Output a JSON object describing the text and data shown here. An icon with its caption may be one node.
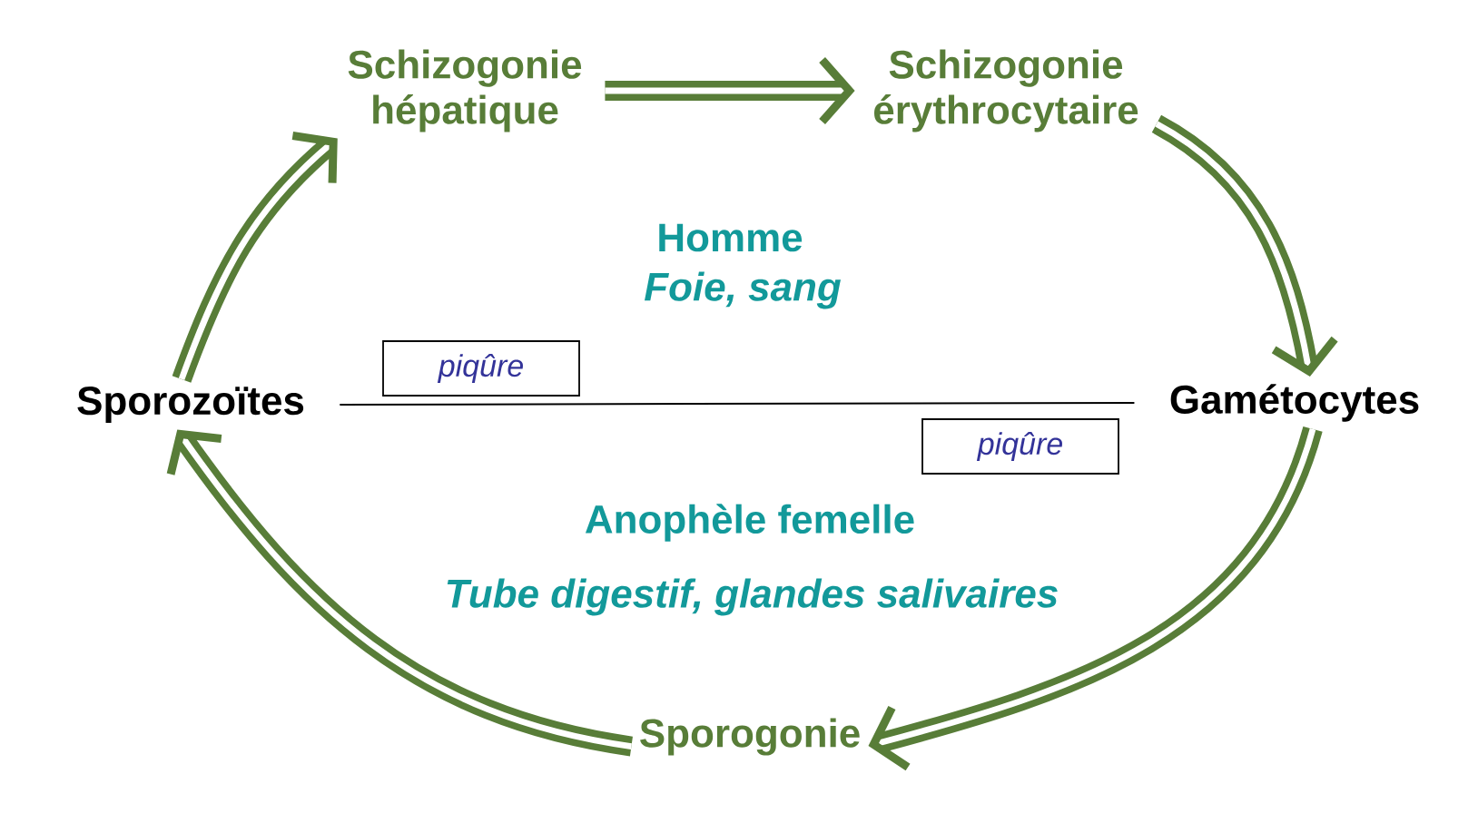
{
  "diagram": {
    "nodes": [
      {
        "text": [
          "Schizogonie hépatique"
        ]
      },
      {
        "text": [
          "Schizogonie érythrocytaire"
        ]
      },
      {
        "text": [
          "piqûre"
        ]
      },
      {
        "text": [
          "Sporozoïtes"
        ]
      },
      {
        "text": [
          "Gamétocytes"
        ]
      },
      {
        "text": [
          "piqûre"
        ]
      },
      {
        "text": [
          "Sporogonie"
        ]
      }
    ],
    "edges": [
      {
        "from": 3,
        "to": 0,
        "arrow": "to"
      },
      {
        "from": 0,
        "to": 1,
        "arrow": "to"
      },
      {
        "from": 1,
        "to": 4,
        "arrow": "to"
      },
      {
        "from": 4,
        "to": 6,
        "arrow": "to"
      },
      {
        "from": 6,
        "to": 3,
        "arrow": "to"
      },
      {
        "from": 3,
        "to": 4,
        "arrow": "none",
        "color": "#000000"
      }
    ],
    "labels": [
      "Homme",
      "Foie, sang",
      "Anophèle femelle",
      "Tube digestif, glandes salivaires"
    ]
  }
}
